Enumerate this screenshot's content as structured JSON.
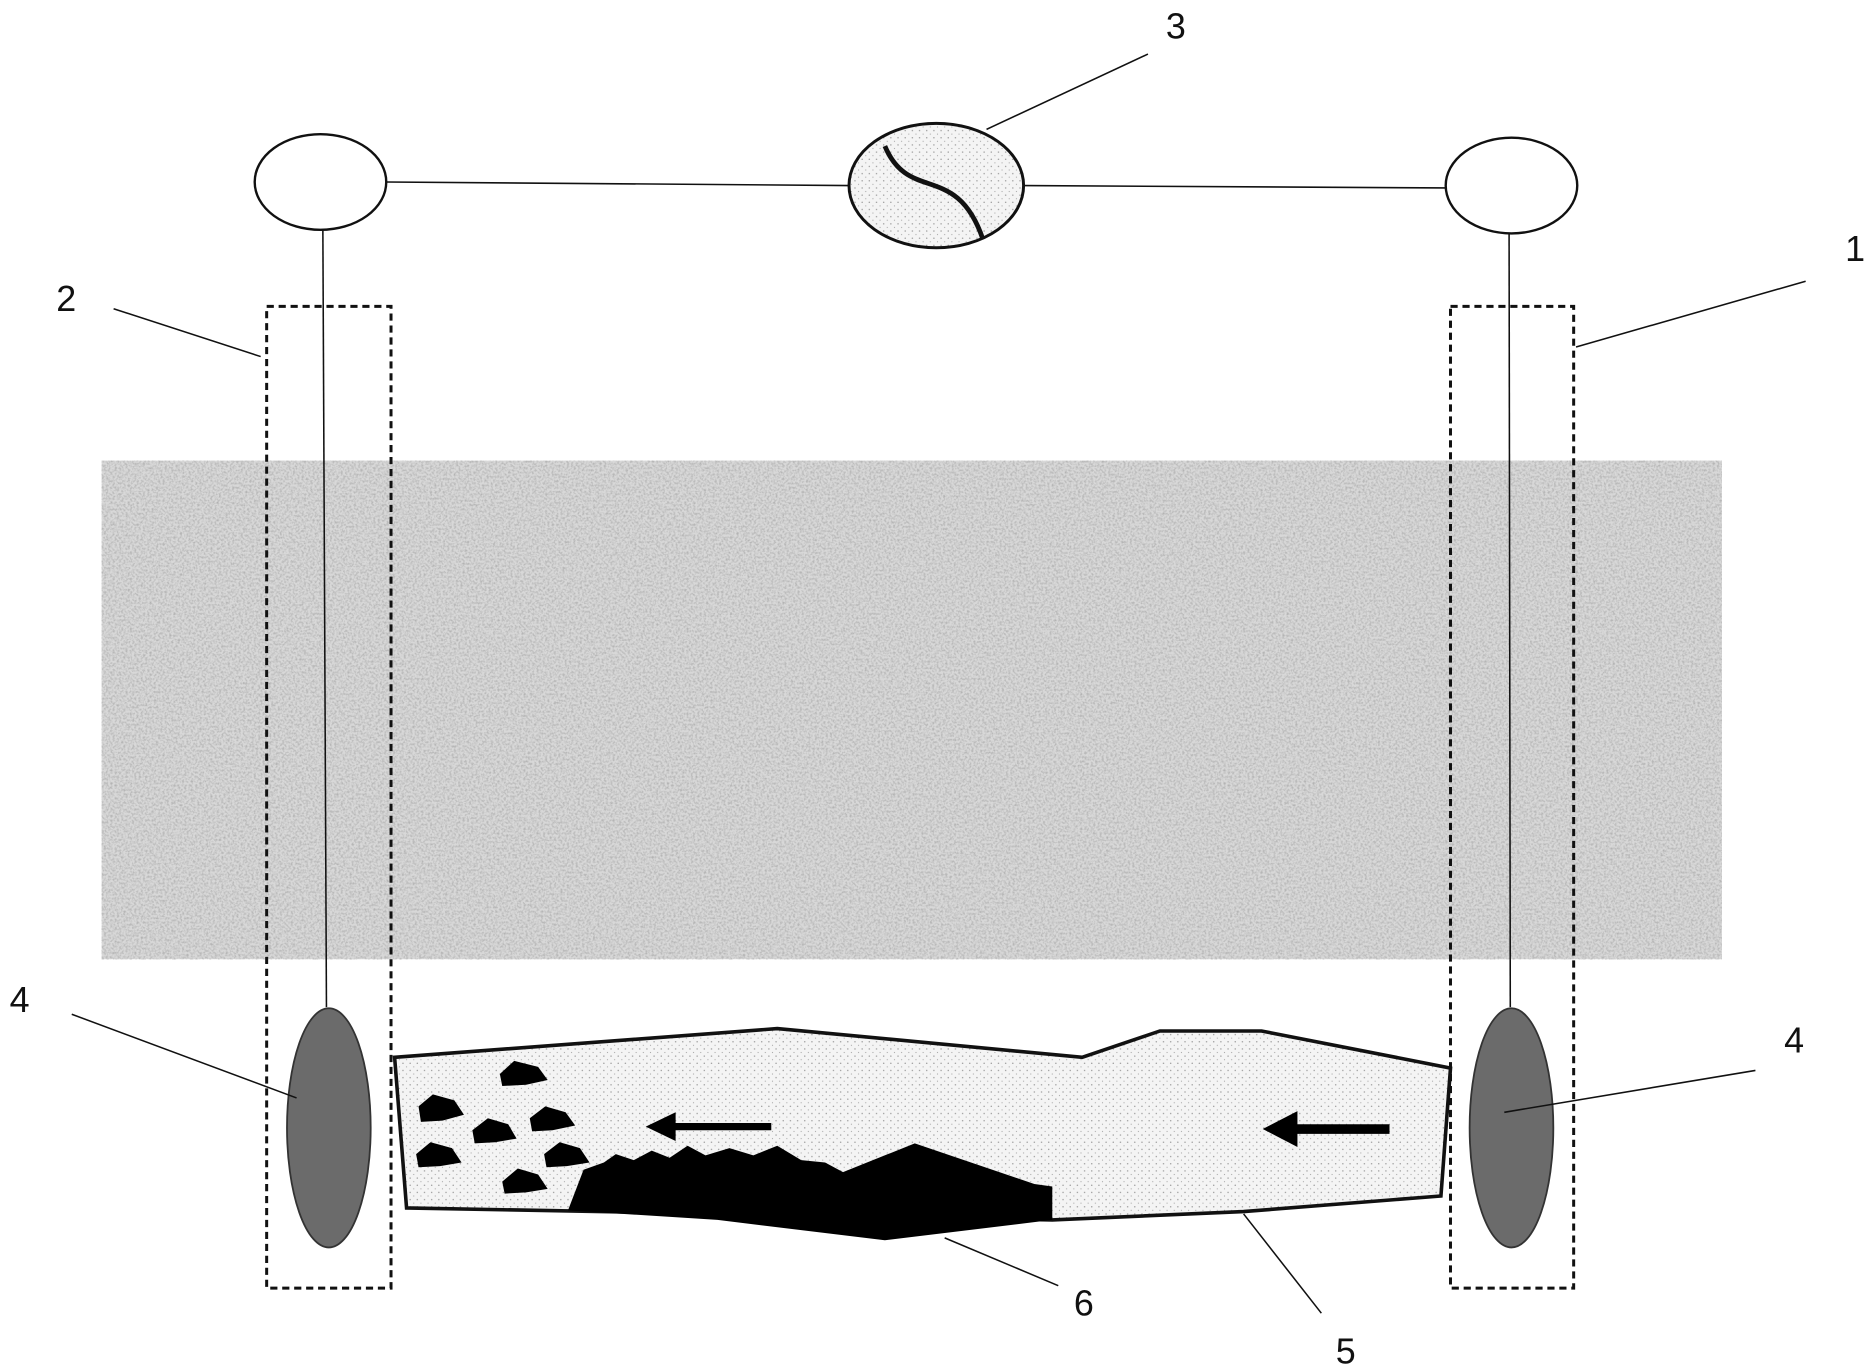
{
  "figure": {
    "labels": {
      "receiver_borehole": "1",
      "transmitter_borehole": "2",
      "signal_source": "3",
      "electrode_left": "4",
      "electrode_right": "4",
      "channel": "5",
      "deposit": "6"
    },
    "colors": {
      "line": "#111111",
      "electrode": "#6b6b6b",
      "stratum": "#9a9a9a",
      "deposit": "#000000"
    }
  }
}
